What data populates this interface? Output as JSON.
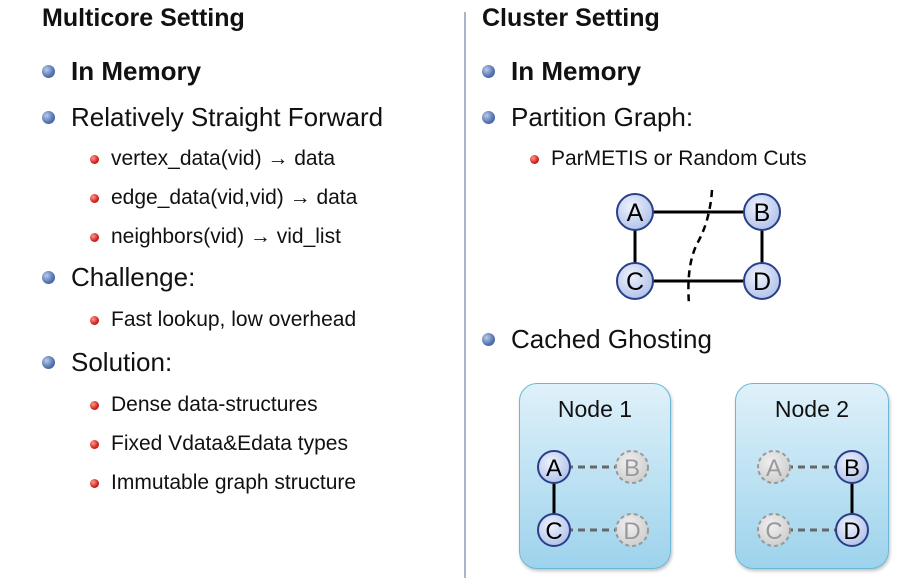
{
  "left": {
    "title": "Multicore Setting",
    "items": [
      {
        "label": "In Memory",
        "bold": true
      },
      {
        "label": "Relatively Straight Forward",
        "sub": [
          "vertex_data(vid) → data",
          "edge_data(vid,vid) → data",
          "neighbors(vid) → vid_list"
        ]
      },
      {
        "label": "Challenge:",
        "sub": [
          "Fast lookup, low overhead"
        ]
      },
      {
        "label": "Solution:",
        "sub": [
          "Dense data-structures",
          "Fixed Vdata&Edata types",
          "Immutable graph structure"
        ]
      }
    ]
  },
  "right": {
    "title": "Cluster Setting",
    "items": [
      {
        "label": "In Memory",
        "bold": true
      },
      {
        "label": "Partition Graph:",
        "sub": [
          "ParMETIS or Random Cuts"
        ]
      },
      {
        "label": "Cached Ghosting"
      }
    ],
    "graph": {
      "nodes": [
        "A",
        "B",
        "C",
        "D"
      ]
    },
    "node_boxes": [
      {
        "label": "Node 1",
        "nodes": [
          "A",
          "B",
          "C",
          "D"
        ],
        "owned": [
          "A",
          "C"
        ]
      },
      {
        "label": "Node 2",
        "nodes": [
          "A",
          "B",
          "C",
          "D"
        ],
        "owned": [
          "B",
          "D"
        ]
      }
    ]
  }
}
